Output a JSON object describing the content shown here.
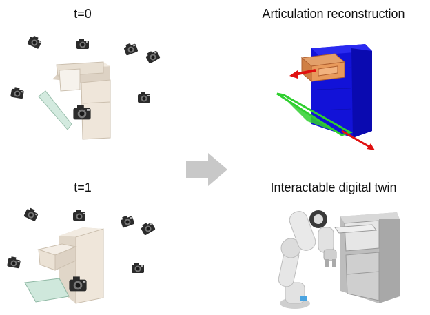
{
  "labels": {
    "t0": "t=0",
    "t1": "t=1",
    "articulation": "Articulation reconstruction",
    "twin": "Interactable digital twin"
  },
  "colors": {
    "cabinet": "#efe6da",
    "cabinet_shade": "#d9cdbd",
    "glass_door": "#cfe8dc",
    "recon_body": "#1515e6",
    "recon_drawer": "#e89a5c",
    "recon_door": "#2fcf2f",
    "axis_red": "#e01010",
    "arrow_gray": "#c8c8c8",
    "robot": "#dedede",
    "twin_cabinet": "#c8c8c8"
  },
  "icons": {
    "camera": "camera-icon",
    "arrow": "right-arrow-icon"
  }
}
